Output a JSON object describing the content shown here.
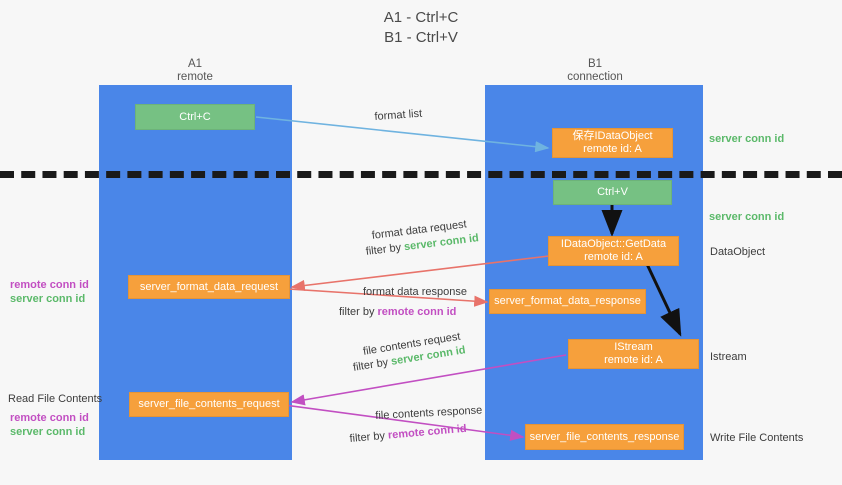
{
  "title": {
    "line1": "A1 - Ctrl+C",
    "line2": "B1 - Ctrl+V"
  },
  "lanes": [
    {
      "name": "A1",
      "sub": "remote"
    },
    {
      "name": "B1",
      "sub": "connection"
    }
  ],
  "boxes": {
    "ctrl_c": "Ctrl+C",
    "ctrl_v": "Ctrl+V",
    "save_idataobject_l1": "保存IDataObject",
    "save_idataobject_l2": "remote id: A",
    "getdata_l1": "IDataObject::GetData",
    "getdata_l2": "remote id: A",
    "istream_l1": "IStream",
    "istream_l2": "remote id: A",
    "server_format_data_request": "server_format_data_request",
    "server_format_data_response": "server_format_data_response",
    "server_file_contents_request": "server_file_contents_request",
    "server_file_contents_response": "server_file_contents_response"
  },
  "edges": {
    "format_list": "format list",
    "format_data_request": "format data request",
    "format_data_response": "format data response",
    "file_contents_request": "file contents request",
    "file_contents_response": "file contents response",
    "filter_by": "filter by",
    "server_conn_id": "server conn id",
    "remote_conn_id": "remote conn id"
  },
  "right_labels": {
    "server_conn_id_top": "server conn id",
    "server_conn_id_mid": "server conn id",
    "dataobject": "DataObject",
    "istream": "Istream",
    "write_file_contents": "Write File Contents"
  },
  "left_labels": {
    "remote_conn_id_1": "remote conn id",
    "server_conn_id_1": "server conn id",
    "read_file_contents": "Read File Contents",
    "remote_conn_id_2": "remote conn id",
    "server_conn_id_2": "server conn id"
  },
  "colors": {
    "lane": "#4a86e8",
    "orange": "#f6a03c",
    "green_box": "#76c183",
    "green_text": "#5bb96a",
    "magenta_text": "#c24fc2",
    "arrow_blue": "#6fb3e0",
    "arrow_red": "#e8736a",
    "arrow_black": "#111111",
    "arrow_magenta": "#c24fc2",
    "divider": "#1a1a1a"
  }
}
